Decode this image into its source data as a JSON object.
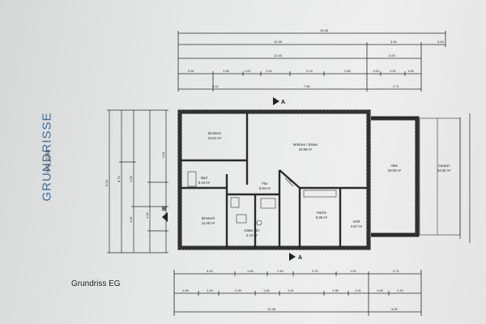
{
  "sheet": {
    "side_title": "GRUNDRISSE",
    "image_id": "IMG_2258",
    "floor_caption": "Grundriss EG",
    "section_label": "B"
  },
  "rooms": [
    {
      "name": "Zimmer1",
      "area": "12.51 m²"
    },
    {
      "name": "Wohnen / Essen",
      "area": "34.86 m²"
    },
    {
      "name": "Bad",
      "area": "6.44 m²"
    },
    {
      "name": "Flur",
      "area": "5.84 m²"
    },
    {
      "name": "Küche",
      "area": "6.35 m²"
    },
    {
      "name": "Zimmer2",
      "area": "12.40 m²"
    },
    {
      "name": "Gäste WC",
      "area": "2.10 m²"
    },
    {
      "name": "HAR",
      "area": "3.57 m²"
    },
    {
      "name": "Abst.",
      "area": "20.00 m²"
    },
    {
      "name": "Carport",
      "area": "24.00 m²"
    }
  ],
  "top_dimensions": {
    "row1": [
      "15.48"
    ],
    "row2": [
      "12.99",
      "3.00",
      "3.49"
    ],
    "row3": [
      "12.40",
      "3.00"
    ],
    "row4": [
      "2.51",
      "1.26",
      "1.67",
      "1.01",
      "2.13",
      "2.85",
      "1.00",
      "1.01",
      "1.00"
    ],
    "row5": [
      "4.01",
      "7.80",
      "2.71"
    ]
  },
  "bottom_dimensions": {
    "row1": [
      "4.42",
      "1.40",
      "1.40",
      "2.70",
      "1.01",
      "2.71"
    ],
    "row2": [
      "1.49",
      "1.24",
      "2.34",
      "1.40",
      "1.01",
      "1.36",
      "1.01",
      "1.00",
      "1.13"
    ],
    "row3": [
      "12.46",
      "3.00"
    ]
  },
  "left_dimensions": [
    "9.24",
    "8.71",
    "1.01",
    "1.26",
    "1.01",
    "2.51"
  ]
}
